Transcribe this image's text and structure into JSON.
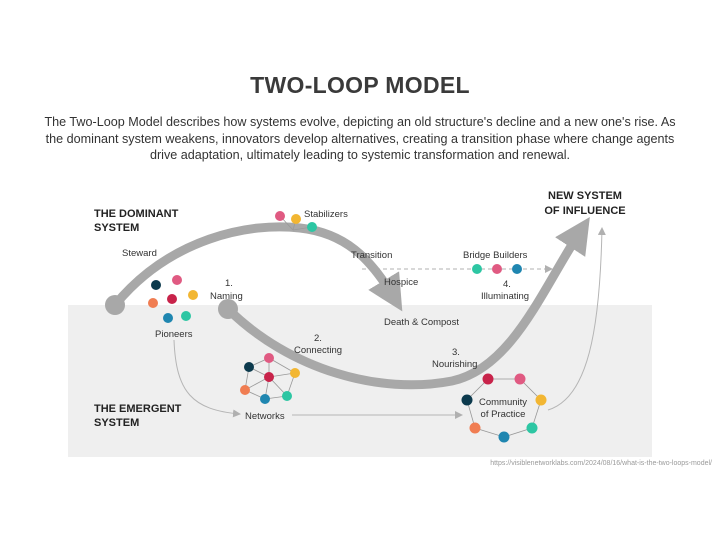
{
  "title": "TWO-LOOP MODEL",
  "description": "The Two-Loop Model describes how systems evolve, depicting an old structure's decline and a new one's rise. As the dominant system weakens, innovators develop alternatives, creating a transition phase where change agents drive adaptation, ultimately leading to systemic transformation and renewal.",
  "labels": {
    "dominant_line1": "THE DOMINANT",
    "dominant_line2": "SYSTEM",
    "emergent_line1": "THE EMERGENT",
    "emergent_line2": "SYSTEM",
    "new_line1": "NEW SYSTEM",
    "new_line2": "OF INFLUENCE",
    "steward": "Steward",
    "stabilizers": "Stabilizers",
    "transition": "Transition",
    "hospice": "Hospice",
    "bridge_builders": "Bridge Builders",
    "step1_num": "1.",
    "step1_text": "Naming",
    "pioneers": "Pioneers",
    "step2_num": "2.",
    "step2_text": "Connecting",
    "death_compost": "Death & Compost",
    "step3_num": "3.",
    "step3_text": "Nourishing",
    "step4_num": "4.",
    "step4_text": "Illuminating",
    "networks": "Networks",
    "community_line1": "Community",
    "community_line2": "of Practice"
  },
  "colors": {
    "loop": "#a8a8a8",
    "emergent_band": "#efefef",
    "node_pink": "#e05a82",
    "node_yellow": "#f2b632",
    "node_teal": "#2dc6a3",
    "node_red": "#c8234a",
    "node_orange": "#f07d52",
    "node_blue": "#1f86b0",
    "node_navy": "#0c3a4d"
  },
  "source": "https://visiblenetworklabs.com/2024/08/16/what-is-the-two-loops-model/"
}
